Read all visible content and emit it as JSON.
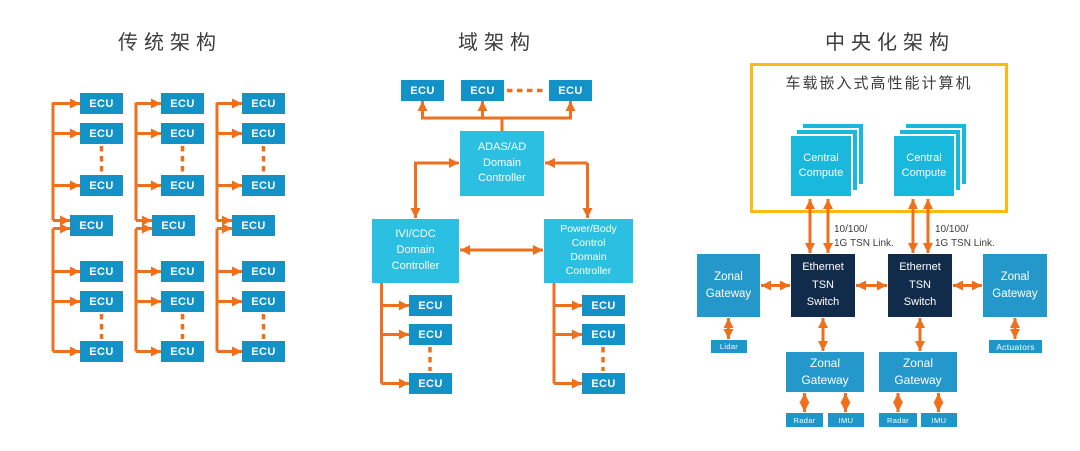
{
  "colors": {
    "ecu_box": "#1292c6",
    "controller_box": "#2bbfe2",
    "compute_box": "#18b9dc",
    "gateway_box": "#2498cb",
    "sensor_box": "#1d97ca",
    "switch_box": "#112c4a",
    "arrow": "#ee701d",
    "hpc_border": "#fdb813",
    "title_text": "#3d3d3d",
    "link_label": "#3c3c3c"
  },
  "traditional": {
    "title": "传统架构",
    "ecu": "ECU"
  },
  "domain": {
    "title": "域架构",
    "ecu": "ECU",
    "adas": "ADAS/AD\nDomain\nController",
    "ivi": "IVI/CDC\nDomain\nController",
    "power": "Power/Body\nControl\nDomain\nController"
  },
  "centralized": {
    "title": "中央化架构",
    "hpc_title": "车载嵌入式高性能计算机",
    "central_compute": "Central\nCompute",
    "tsn_link": "10/100/\n1G TSN Link.",
    "switch": "Ethernet\nTSN\nSwitch",
    "zonal_gateway": "Zonal\nGateway",
    "lidar": "Lidar",
    "actuators": "Actuators",
    "radar": "Radar",
    "imu": "IMU"
  }
}
